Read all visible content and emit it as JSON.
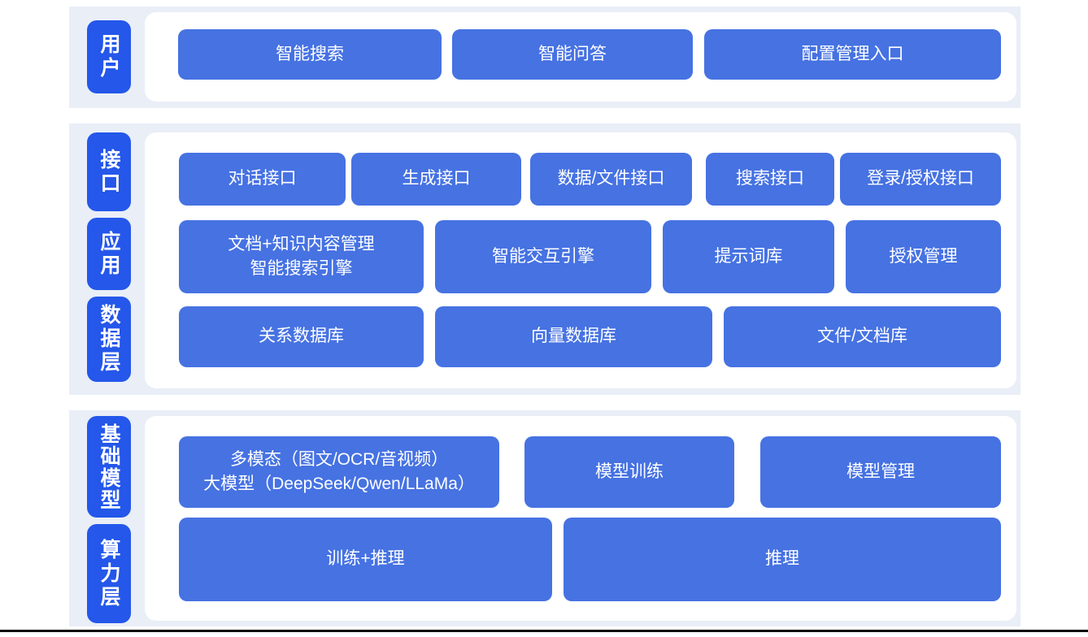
{
  "colors": {
    "band_bg": "#e9eef7",
    "panel_bg": "#ffffff",
    "tab_blue": "#2457ea",
    "button_blue": "#4672e2",
    "text": "#ffffff",
    "bottom_line": "#0b0b0b"
  },
  "layers": {
    "user": {
      "tab": "用户",
      "buttons": [
        "智能搜索",
        "智能问答",
        "配置管理入口"
      ]
    },
    "middle": {
      "tabs": [
        "接口",
        "应用",
        "数据层"
      ],
      "row_api": [
        "对话接口",
        "生成接口",
        "数据/文件接口",
        "搜索接口",
        "登录/授权接口"
      ],
      "row_app": [
        "文档+知识内容管理\n智能搜索引擎",
        "智能交互引擎",
        "提示词库",
        "授权管理"
      ],
      "row_data": [
        "关系数据库",
        "向量数据库",
        "文件/文档库"
      ]
    },
    "bottom": {
      "tabs": [
        "基础模型",
        "算力层"
      ],
      "row_model": [
        "多模态（图文/OCR/音视频）\n大模型（DeepSeek/Qwen/LLaMa）",
        "模型训练",
        "模型管理"
      ],
      "row_compute": [
        "训练+推理",
        "推理"
      ]
    }
  }
}
